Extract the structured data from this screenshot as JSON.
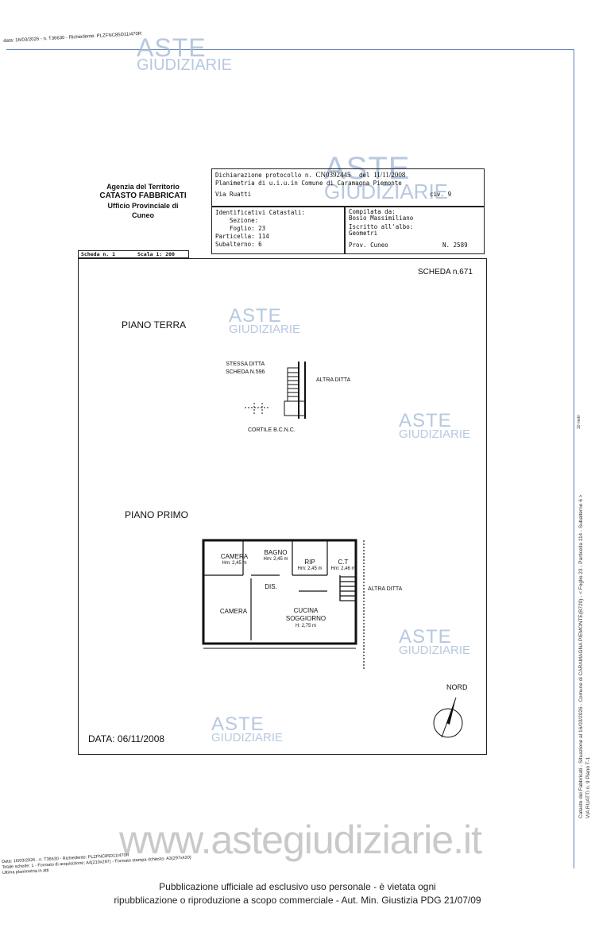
{
  "header_stamp": "data: 16/03/2026 - n. T36630 - Richiedente: PLZFNC85D11I470R",
  "watermark": {
    "line1": "ASTE",
    "line2": "GIUDIZIARIE"
  },
  "agency": {
    "name": "Agenzia del Territorio",
    "dept": "CATASTO FABBRICATI",
    "office": "Ufficio Provinciale di",
    "city": "Cuneo"
  },
  "protocol": {
    "dichiarazione_label": "Dichiarazione protocollo n.",
    "dichiarazione_value": "CN0392445",
    "del_label": "del",
    "del_value": "11/11/2008",
    "planimetria": "Planimetria di u.i.u.in Comune di Caramagna Piemonte",
    "via": "Via Ruatti",
    "civ": "civ. 9"
  },
  "identificativi": {
    "title": "Identificativi Catastali:",
    "sezione": "Sezione:",
    "foglio": "Foglio: 23",
    "particella": "Particella: 114",
    "subalterno": "Subalterno: 6"
  },
  "compilata": {
    "line1": "Compilata da:",
    "line2": "Bosio Massimiliano",
    "line3": "Iscritto all'albo:",
    "line4": "Geometri",
    "prov": "Prov. Cuneo",
    "num": "N.  2589"
  },
  "scheda_bar": {
    "scheda": "Scheda n. 1",
    "scala": "Scala 1: 200"
  },
  "scheda_num": "SCHEDA n.671",
  "piano_terra": {
    "title": "PIANO TERRA",
    "stessa": "STESSA DITTA",
    "scheda": "SCHEDA N.596",
    "altra": "ALTRA DITTA",
    "cortile": "CORTILE B.C.N.C."
  },
  "piano_primo": {
    "title": "PIANO PRIMO",
    "rooms": {
      "camera1": "CAMERA",
      "camera1_h": "Hm: 2,45 m",
      "bagno": "BAGNO",
      "bagno_h": "Hm: 2,45 m",
      "rip": "RIP",
      "rip_h": "Hm: 2,45 m",
      "ct": "C.T",
      "ct_h": "Hm: 2,46 m",
      "dis": "DIS.",
      "camera2": "CAMERA",
      "cucina": "CUCINA",
      "soggiorno": "SOGGIORNO",
      "cucina_h": "H: 2,75 m"
    },
    "altra": "ALTRA DITTA"
  },
  "nord": "NORD",
  "data": "DATA: 06/11/2008",
  "side_text": "Catasto dei Fabbricati - Situazione al 16/03/2026 - Comune di CARAMAGNA PIEMONTE(B720) - < Foglio 23 - Particella 114 - Subalterno 6 >",
  "side_text2": "VIA RUATTI n. 9 Piano T-1",
  "bottom_stamp1": "Data: 16/03/2026 - n. T36630 - Richiedente: PLZFNC85D11I470R",
  "bottom_stamp2": "Totale schede: 1 - Formato di acquisizione: A4(210x297) - Formato stampa richiesto: A3(297x420)",
  "bottom_stamp3": "Ultima planimetria in atti",
  "site": "www.astegiudiziarie.it",
  "footer1": "Pubblicazione ufficiale ad esclusivo uso personale - è vietata ogni",
  "footer2": "ripubblicazione o riproduzione a scopo commerciale - Aut. Min. Giustizia PDG 21/07/09",
  "side_mm": "10 metri"
}
